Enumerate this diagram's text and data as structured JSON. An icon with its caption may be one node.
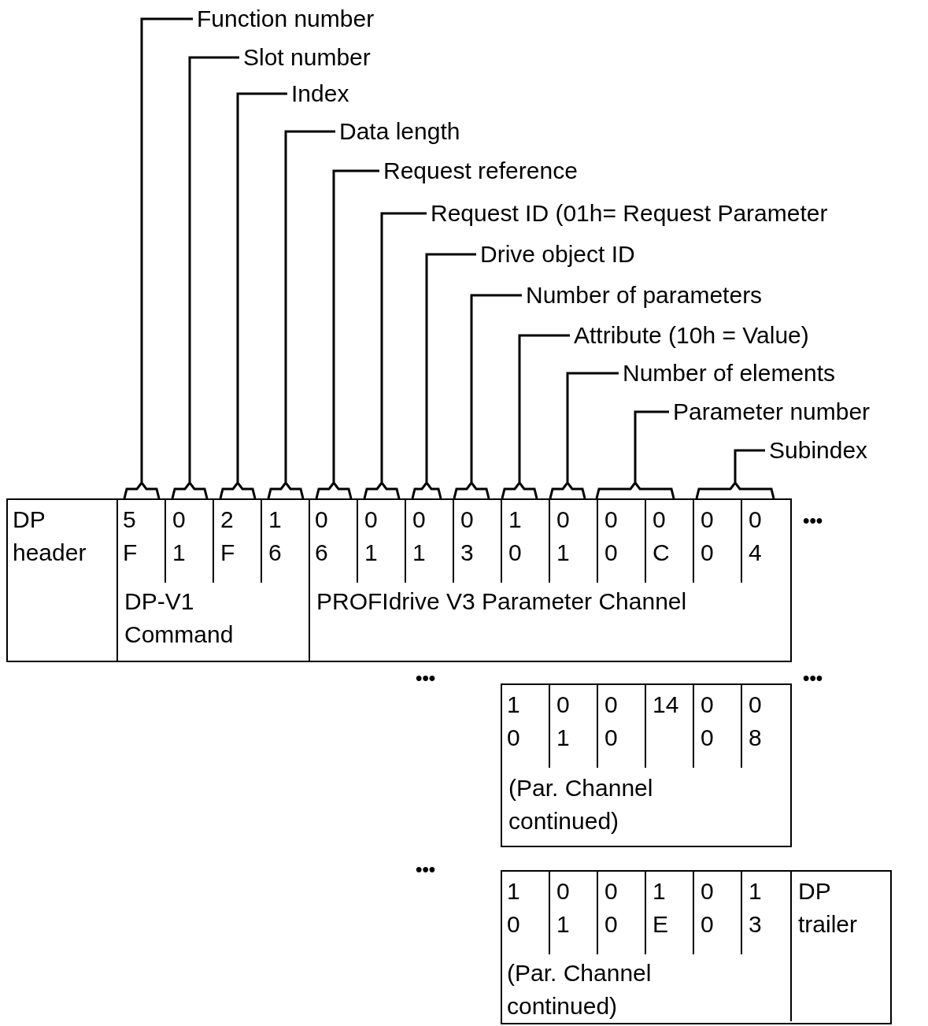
{
  "diagram": {
    "nodes": [
      {
        "text": [
          "Function number"
        ]
      },
      {
        "text": [
          "Slot number"
        ]
      },
      {
        "text": [
          "Index"
        ]
      },
      {
        "text": [
          "Data length"
        ]
      },
      {
        "text": [
          "Request reference"
        ]
      },
      {
        "text": [
          "Request ID (01h= Request Parameter"
        ]
      },
      {
        "text": [
          "Drive object ID"
        ]
      },
      {
        "text": [
          "Number of parameters"
        ]
      },
      {
        "text": [
          "Attribute (10h = Value)"
        ]
      },
      {
        "text": [
          "Number of elements"
        ]
      },
      {
        "text": [
          "Parameter number"
        ]
      },
      {
        "text": [
          "Subindex"
        ]
      },
      {
        "text": [],
        "shape": "bracket"
      },
      {
        "text": [],
        "shape": "bracket"
      },
      {
        "text": [],
        "shape": "bracket"
      },
      {
        "text": [],
        "shape": "bracket"
      },
      {
        "text": [],
        "shape": "bracket"
      },
      {
        "text": [],
        "shape": "bracket"
      },
      {
        "text": [],
        "shape": "bracket"
      },
      {
        "text": [],
        "shape": "bracket"
      },
      {
        "text": [],
        "shape": "bracket"
      },
      {
        "text": [],
        "shape": "bracket"
      },
      {
        "text": [],
        "shape": "bracket"
      },
      {
        "text": [],
        "shape": "bracket"
      },
      {
        "text": [],
        "shape": "box"
      },
      {
        "text": [
          "DP header"
        ],
        "in": 24
      },
      {
        "text": [
          "DP-V1 Command"
        ],
        "in": 24
      },
      {
        "text": [
          "5 F"
        ],
        "in": 26
      },
      {
        "text": [
          "0 1"
        ],
        "in": 26
      },
      {
        "text": [
          "2 F"
        ],
        "in": 26
      },
      {
        "text": [
          "1 6"
        ],
        "in": 26
      },
      {
        "text": [
          "PROFIdrive V3 Parameter Channel"
        ],
        "in": 24
      },
      {
        "text": [
          "0 6"
        ],
        "in": 31
      },
      {
        "text": [
          "0 1"
        ],
        "in": 31
      },
      {
        "text": [
          "0 1"
        ],
        "in": 31
      },
      {
        "text": [
          "0 3"
        ],
        "in": 31
      },
      {
        "text": [
          "1 0"
        ],
        "in": 31
      },
      {
        "text": [
          "0 1"
        ],
        "in": 31
      },
      {
        "text": [
          "0 0"
        ],
        "in": 31
      },
      {
        "text": [
          "0 C"
        ],
        "in": 31
      },
      {
        "text": [
          "0 0"
        ],
        "in": 31
      },
      {
        "text": [
          "0 4"
        ],
        "in": 31
      },
      {
        "text": [
          "(Par. Channel continued)"
        ]
      },
      {
        "text": [
          "1 0"
        ],
        "in": 42
      },
      {
        "text": [
          "0 1"
        ],
        "in": 42
      },
      {
        "text": [
          "0 0"
        ],
        "in": 42
      },
      {
        "text": [
          "14"
        ],
        "in": 42
      },
      {
        "text": [
          "0 0"
        ],
        "in": 42
      },
      {
        "text": [
          "0 8"
        ],
        "in": 42
      },
      {
        "text": [],
        "shape": "box"
      },
      {
        "text": [
          "(Par. Channel continued)"
        ],
        "in": 49
      },
      {
        "text": [
          "1 0"
        ],
        "in": 50
      },
      {
        "text": [
          "0 1"
        ],
        "in": 50
      },
      {
        "text": [
          "0 0"
        ],
        "in": 50
      },
      {
        "text": [
          "1 E"
        ],
        "in": 50
      },
      {
        "text": [
          "0 0"
        ],
        "in": 50
      },
      {
        "text": [
          "1 3"
        ],
        "in": 50
      },
      {
        "text": [
          "DP trailer"
        ],
        "in": 49
      }
    ],
    "edges": [
      {
        "from": 0,
        "to": 12,
        "arrow": "none"
      },
      {
        "from": 1,
        "to": 13,
        "arrow": "none"
      },
      {
        "from": 2,
        "to": 14,
        "arrow": "none"
      },
      {
        "from": 3,
        "to": 15,
        "arrow": "none"
      },
      {
        "from": 4,
        "to": 16,
        "arrow": "none"
      },
      {
        "from": 5,
        "to": 17,
        "arrow": "none"
      },
      {
        "from": 6,
        "to": 18,
        "arrow": "none"
      },
      {
        "from": 7,
        "to": 19,
        "arrow": "none"
      },
      {
        "from": 8,
        "to": 20,
        "arrow": "none"
      },
      {
        "from": 9,
        "to": 21,
        "arrow": "none"
      },
      {
        "from": 10,
        "to": 22,
        "arrow": "none"
      },
      {
        "from": 11,
        "to": 23,
        "arrow": "none"
      }
    ],
    "labels": [
      "•••",
      "•••",
      "•••",
      "•••"
    ]
  }
}
